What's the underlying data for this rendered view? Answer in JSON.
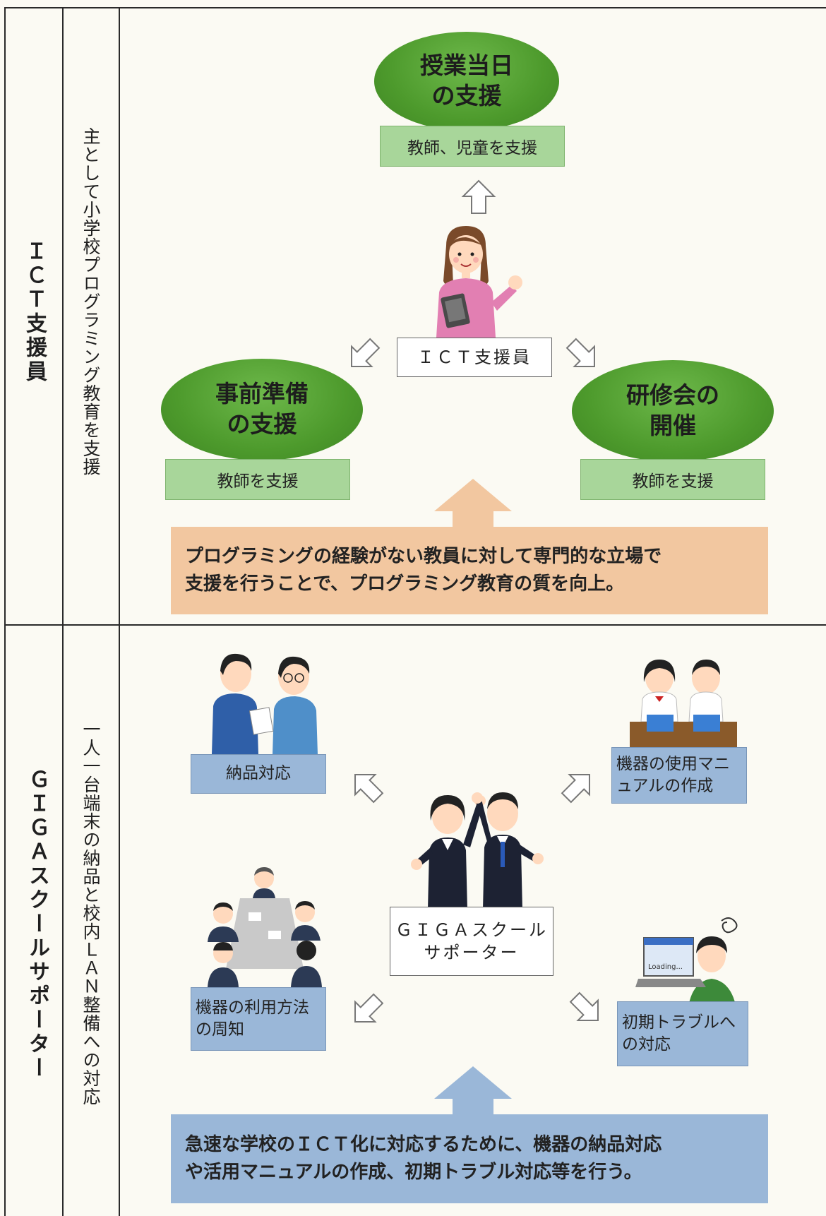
{
  "sections": [
    {
      "title": "ＩＣＴ支援員",
      "subtitle": "主として小学校プログラミング教育を支援",
      "center_label": "ＩＣＴ支援員",
      "nodes": [
        {
          "oval": "授業当日\nの支援",
          "caption": "教師、児童を支援"
        },
        {
          "oval": "事前準備\nの支援",
          "caption": "教師を支援"
        },
        {
          "oval": "研修会の\n開催",
          "caption": "教師を支援"
        }
      ],
      "banner": "プログラミングの経験がない教員に対して専門的な立場で\n支援を行うことで、プログラミング教育の質を向上。"
    },
    {
      "title": "ＧＩＧＡスクールサポーター",
      "subtitle": "一人一台端末の納品と校内ＬＡＮ整備への対応",
      "center_label": "ＧＩＧＡスクール\nサポーター",
      "nodes": [
        {
          "caption": "納品対応"
        },
        {
          "caption": "機器の使用マニ\nュアルの作成"
        },
        {
          "caption": "機器の利用方法\nの周知"
        },
        {
          "caption": "初期トラブルへ\nの対応"
        }
      ],
      "laptop_text": "Loading...",
      "banner": "急速な学校のＩＣＴ化に対応するために、機器の納品対応\nや活用マニュアルの作成、初期トラブル対応等を行う。"
    }
  ],
  "colors": {
    "oval_green": "#4d9a2c",
    "caption_green": "#a8d69a",
    "banner_orange": "#f2c7a0",
    "caption_blue": "#9ab7d8",
    "background": "#fbfaf3"
  },
  "icons": [
    "woman-support-staff-illustration",
    "business-handshake-illustration",
    "students-with-tablets-illustration",
    "cheering-supporters-illustration",
    "meeting-illustration",
    "confused-student-laptop-illustration"
  ]
}
